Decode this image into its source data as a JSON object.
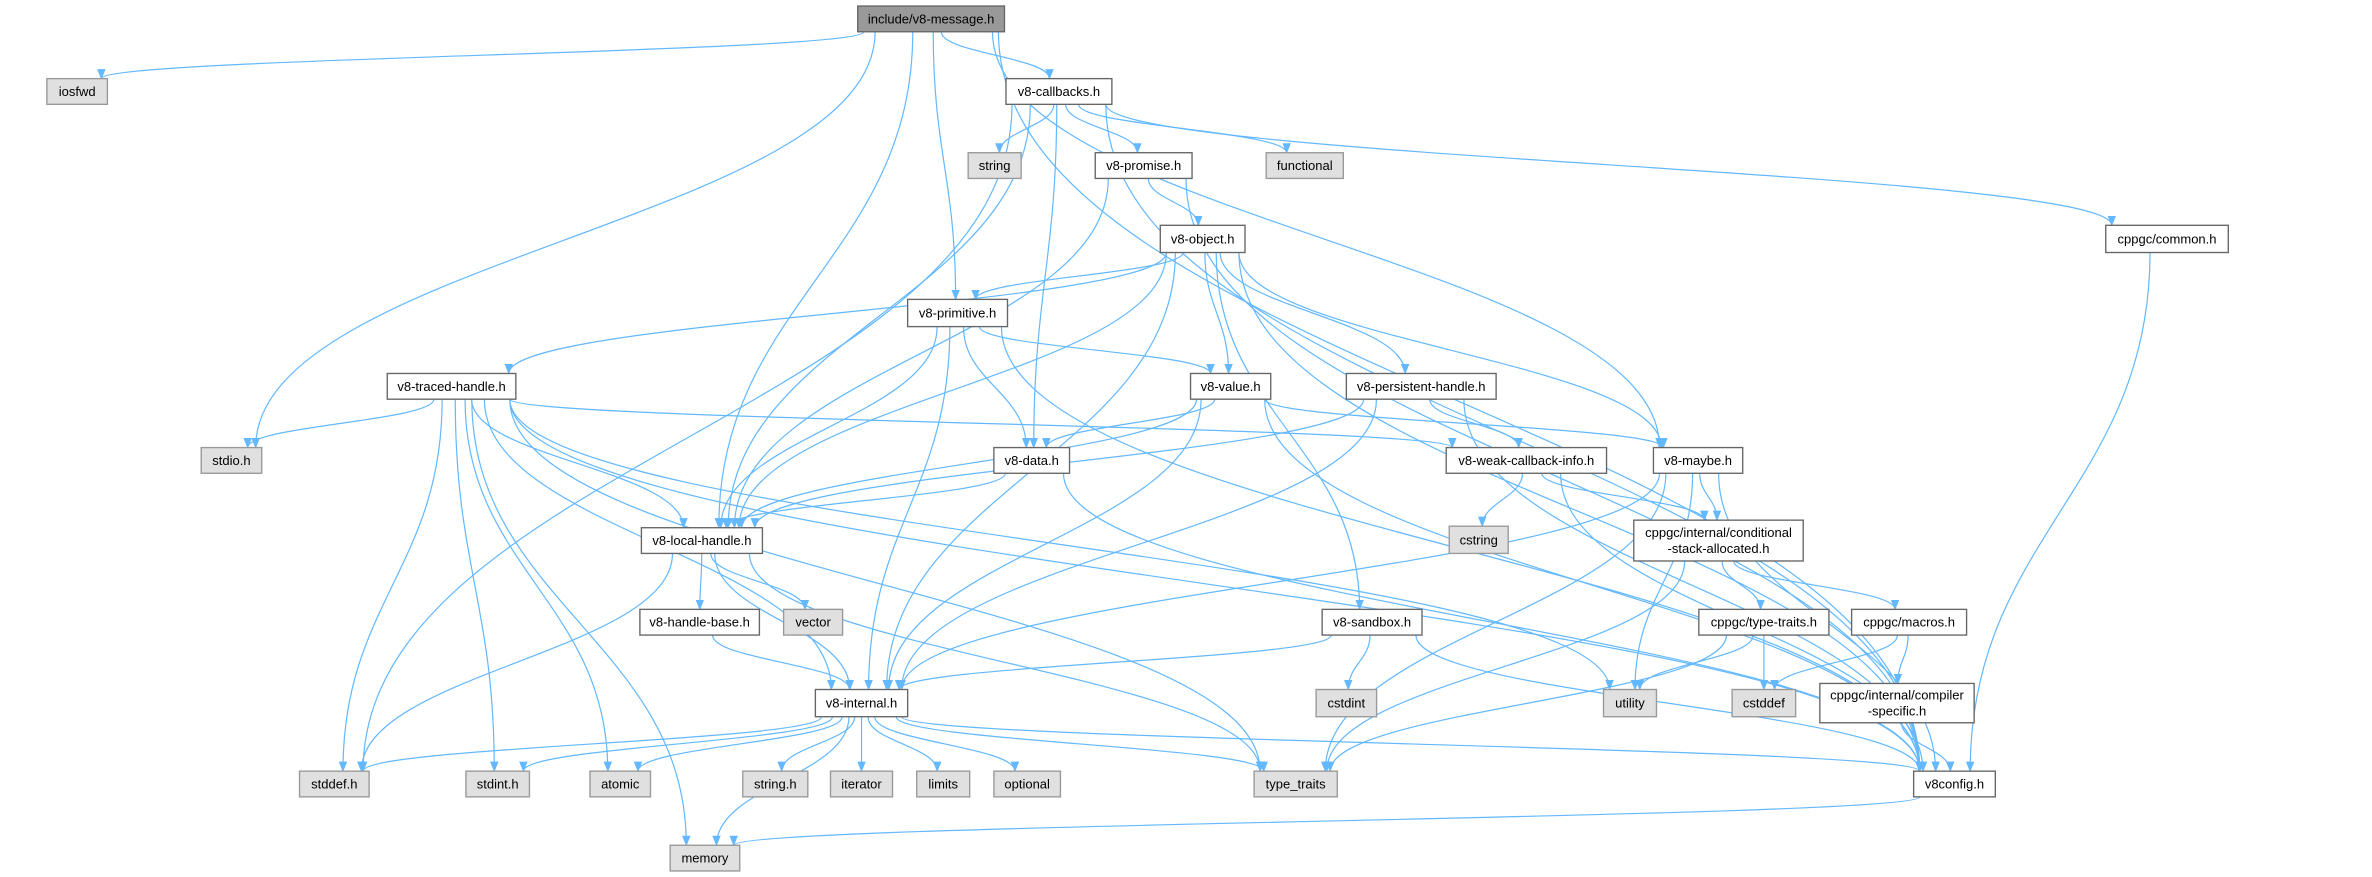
{
  "title": "include/v8-message.h",
  "colors": {
    "edge": "#63b8ff",
    "root_fill": "#999999",
    "external_fill": "#e0e0e0",
    "internal_fill": "#ffffff",
    "border": "#666666"
  },
  "nodes": [
    {
      "id": "msg",
      "label": [
        "include/v8-message.h"
      ],
      "kind": "root"
    },
    {
      "id": "iosfwd",
      "label": [
        "iosfwd"
      ],
      "kind": "external"
    },
    {
      "id": "callbacks",
      "label": [
        "v8-callbacks.h"
      ],
      "kind": "internal"
    },
    {
      "id": "string",
      "label": [
        "string"
      ],
      "kind": "external"
    },
    {
      "id": "promise",
      "label": [
        "v8-promise.h"
      ],
      "kind": "internal"
    },
    {
      "id": "functional",
      "label": [
        "functional"
      ],
      "kind": "external"
    },
    {
      "id": "object",
      "label": [
        "v8-object.h"
      ],
      "kind": "internal"
    },
    {
      "id": "common",
      "label": [
        "cppgc/common.h"
      ],
      "kind": "internal"
    },
    {
      "id": "primitive",
      "label": [
        "v8-primitive.h"
      ],
      "kind": "internal"
    },
    {
      "id": "traced",
      "label": [
        "v8-traced-handle.h"
      ],
      "kind": "internal"
    },
    {
      "id": "value",
      "label": [
        "v8-value.h"
      ],
      "kind": "internal"
    },
    {
      "id": "persistent",
      "label": [
        "v8-persistent-handle.h"
      ],
      "kind": "internal"
    },
    {
      "id": "stdio",
      "label": [
        "stdio.h"
      ],
      "kind": "external"
    },
    {
      "id": "data",
      "label": [
        "v8-data.h"
      ],
      "kind": "internal"
    },
    {
      "id": "weak",
      "label": [
        "v8-weak-callback-info.h"
      ],
      "kind": "internal"
    },
    {
      "id": "maybe",
      "label": [
        "v8-maybe.h"
      ],
      "kind": "internal"
    },
    {
      "id": "local",
      "label": [
        "v8-local-handle.h"
      ],
      "kind": "internal"
    },
    {
      "id": "cstring",
      "label": [
        "cstring"
      ],
      "kind": "external"
    },
    {
      "id": "conditional",
      "label": [
        "cppgc/internal/conditional",
        "-stack-allocated.h"
      ],
      "kind": "internal"
    },
    {
      "id": "handlebase",
      "label": [
        "v8-handle-base.h"
      ],
      "kind": "internal"
    },
    {
      "id": "vector",
      "label": [
        "vector"
      ],
      "kind": "external"
    },
    {
      "id": "sandbox",
      "label": [
        "v8-sandbox.h"
      ],
      "kind": "internal"
    },
    {
      "id": "typetraits_cppgc",
      "label": [
        "cppgc/type-traits.h"
      ],
      "kind": "internal"
    },
    {
      "id": "macros",
      "label": [
        "cppgc/macros.h"
      ],
      "kind": "internal"
    },
    {
      "id": "internal",
      "label": [
        "v8-internal.h"
      ],
      "kind": "internal"
    },
    {
      "id": "cstdint",
      "label": [
        "cstdint"
      ],
      "kind": "external"
    },
    {
      "id": "utility",
      "label": [
        "utility"
      ],
      "kind": "external"
    },
    {
      "id": "cstddef",
      "label": [
        "cstddef"
      ],
      "kind": "external"
    },
    {
      "id": "compiler",
      "label": [
        "cppgc/internal/compiler",
        "-specific.h"
      ],
      "kind": "internal"
    },
    {
      "id": "stddef",
      "label": [
        "stddef.h"
      ],
      "kind": "external"
    },
    {
      "id": "stdint",
      "label": [
        "stdint.h"
      ],
      "kind": "external"
    },
    {
      "id": "atomic",
      "label": [
        "atomic"
      ],
      "kind": "external"
    },
    {
      "id": "stringh",
      "label": [
        "string.h"
      ],
      "kind": "external"
    },
    {
      "id": "iterator",
      "label": [
        "iterator"
      ],
      "kind": "external"
    },
    {
      "id": "limits",
      "label": [
        "limits"
      ],
      "kind": "external"
    },
    {
      "id": "optional",
      "label": [
        "optional"
      ],
      "kind": "external"
    },
    {
      "id": "type_traits",
      "label": [
        "type_traits"
      ],
      "kind": "external"
    },
    {
      "id": "v8config",
      "label": [
        "v8config.h"
      ],
      "kind": "internal"
    },
    {
      "id": "memory",
      "label": [
        "memory"
      ],
      "kind": "external"
    }
  ],
  "edges": [
    [
      "msg",
      "iosfwd"
    ],
    [
      "msg",
      "callbacks"
    ],
    [
      "msg",
      "primitive"
    ],
    [
      "msg",
      "stdio"
    ],
    [
      "msg",
      "local"
    ],
    [
      "msg",
      "maybe"
    ],
    [
      "msg",
      "v8config"
    ],
    [
      "callbacks",
      "string"
    ],
    [
      "callbacks",
      "functional"
    ],
    [
      "callbacks",
      "promise"
    ],
    [
      "callbacks",
      "data"
    ],
    [
      "callbacks",
      "common"
    ],
    [
      "callbacks",
      "v8config"
    ],
    [
      "callbacks",
      "stddef"
    ],
    [
      "callbacks",
      "local"
    ],
    [
      "promise",
      "object"
    ],
    [
      "promise",
      "local"
    ],
    [
      "promise",
      "v8config"
    ],
    [
      "object",
      "primitive"
    ],
    [
      "object",
      "traced"
    ],
    [
      "object",
      "local"
    ],
    [
      "object",
      "value"
    ],
    [
      "object",
      "persistent"
    ],
    [
      "object",
      "internal"
    ],
    [
      "object",
      "sandbox"
    ],
    [
      "object",
      "maybe"
    ],
    [
      "object",
      "v8config"
    ],
    [
      "common",
      "v8config"
    ],
    [
      "primitive",
      "value"
    ],
    [
      "primitive",
      "data"
    ],
    [
      "primitive",
      "local"
    ],
    [
      "primitive",
      "internal"
    ],
    [
      "primitive",
      "v8config"
    ],
    [
      "value",
      "data"
    ],
    [
      "value",
      "local"
    ],
    [
      "value",
      "internal"
    ],
    [
      "value",
      "maybe"
    ],
    [
      "value",
      "v8config"
    ],
    [
      "persistent",
      "weak"
    ],
    [
      "persistent",
      "local"
    ],
    [
      "persistent",
      "internal"
    ],
    [
      "persistent",
      "v8config"
    ],
    [
      "traced",
      "stdio"
    ],
    [
      "traced",
      "local"
    ],
    [
      "traced",
      "weak"
    ],
    [
      "traced",
      "stddef"
    ],
    [
      "traced",
      "stdint"
    ],
    [
      "traced",
      "atomic"
    ],
    [
      "traced",
      "memory"
    ],
    [
      "traced",
      "internal"
    ],
    [
      "traced",
      "type_traits"
    ],
    [
      "traced",
      "utility"
    ],
    [
      "traced",
      "v8config"
    ],
    [
      "data",
      "local"
    ],
    [
      "data",
      "v8config"
    ],
    [
      "local",
      "handlebase"
    ],
    [
      "local",
      "vector"
    ],
    [
      "local",
      "internal"
    ],
    [
      "local",
      "stddef"
    ],
    [
      "local",
      "type_traits"
    ],
    [
      "handlebase",
      "internal"
    ],
    [
      "internal",
      "stddef"
    ],
    [
      "internal",
      "stdint"
    ],
    [
      "internal",
      "atomic"
    ],
    [
      "internal",
      "memory"
    ],
    [
      "internal",
      "stringh"
    ],
    [
      "internal",
      "iterator"
    ],
    [
      "internal",
      "limits"
    ],
    [
      "internal",
      "optional"
    ],
    [
      "internal",
      "type_traits"
    ],
    [
      "internal",
      "v8config"
    ],
    [
      "weak",
      "cstring"
    ],
    [
      "weak",
      "conditional"
    ],
    [
      "weak",
      "v8config"
    ],
    [
      "maybe",
      "conditional"
    ],
    [
      "maybe",
      "internal"
    ],
    [
      "maybe",
      "type_traits"
    ],
    [
      "maybe",
      "utility"
    ],
    [
      "maybe",
      "v8config"
    ],
    [
      "conditional",
      "typetraits_cppgc"
    ],
    [
      "conditional",
      "macros"
    ],
    [
      "conditional",
      "type_traits"
    ],
    [
      "sandbox",
      "cstdint"
    ],
    [
      "sandbox",
      "internal"
    ],
    [
      "sandbox",
      "v8config"
    ],
    [
      "typetraits_cppgc",
      "utility"
    ],
    [
      "typetraits_cppgc",
      "cstddef"
    ],
    [
      "typetraits_cppgc",
      "type_traits"
    ],
    [
      "macros",
      "cstddef"
    ],
    [
      "macros",
      "compiler"
    ],
    [
      "compiler",
      "v8config"
    ],
    [
      "v8config",
      "memory"
    ]
  ]
}
